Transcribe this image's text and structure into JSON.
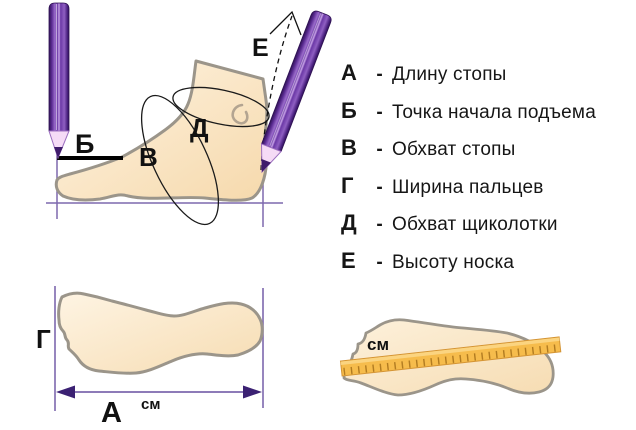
{
  "colors": {
    "foot_fill_light": "#FEF4E3",
    "foot_fill_dark": "#F6D9AC",
    "foot_outline": "#9B958A",
    "pencil_purple_dark": "#2F1254",
    "pencil_purple": "#6C38A4",
    "pencil_purple_light": "#C9A6E8",
    "pencil_wood": "#F5DBF6",
    "pencil_lead": "#3F1B6B",
    "dimension_line": "#7D68AE",
    "arrow_fill": "#3B2173",
    "measure_line_black": "#000000",
    "ruler_fill": "#F6BC4C",
    "ruler_edge": "#D49434",
    "ruler_tick": "#B07A20",
    "label_color": "#111111"
  },
  "icons": {
    "pencil_left": "pencil-icon",
    "pencil_right": "pencil-icon",
    "ruler": "ruler-icon"
  },
  "side_view": {
    "label_b": "Б",
    "label_v": "В",
    "label_d": "Д",
    "label_e": "Е"
  },
  "legend": {
    "items": [
      {
        "letter": "А",
        "dash": "-",
        "text": "Длину стопы"
      },
      {
        "letter": "Б",
        "dash": "-",
        "text": "Точка начала подъема"
      },
      {
        "letter": "В",
        "dash": "-",
        "text": "Обхват стопы"
      },
      {
        "letter": "Г",
        "dash": "-",
        "text": "Ширина пальцев"
      },
      {
        "letter": "Д",
        "dash": "-",
        "text": "Обхват щиколотки"
      },
      {
        "letter": "Е",
        "dash": "-",
        "text": "Высоту носка"
      }
    ]
  },
  "top_view": {
    "label_g": "Г",
    "label_a": "А",
    "unit": "см"
  },
  "ruler_view": {
    "unit": "см"
  }
}
